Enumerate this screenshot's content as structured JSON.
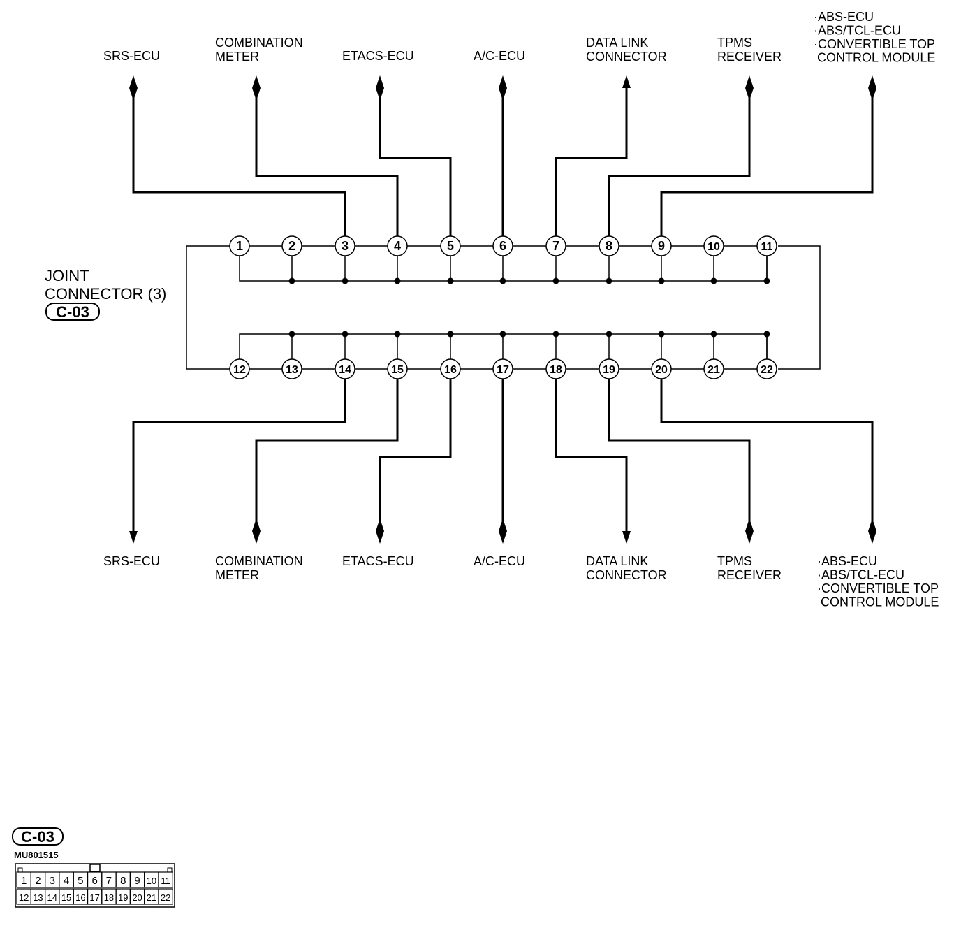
{
  "joint_connector": {
    "label_line1": "JOINT",
    "label_line2": "CONNECTOR (3)",
    "code": "C-03"
  },
  "pins_top": [
    "1",
    "2",
    "3",
    "4",
    "5",
    "6",
    "7",
    "8",
    "9",
    "10",
    "11"
  ],
  "pins_bottom": [
    "12",
    "13",
    "14",
    "15",
    "16",
    "17",
    "18",
    "19",
    "20",
    "21",
    "22"
  ],
  "top_destinations": [
    {
      "lines": [
        "SRS-ECU"
      ],
      "pin": "3"
    },
    {
      "lines": [
        "COMBINATION",
        "METER"
      ],
      "pin": "4"
    },
    {
      "lines": [
        "ETACS-ECU"
      ],
      "pin": "5"
    },
    {
      "lines": [
        "A/C-ECU"
      ],
      "pin": "6"
    },
    {
      "lines": [
        "DATA LINK",
        "CONNECTOR"
      ],
      "pin": "7"
    },
    {
      "lines": [
        "TPMS",
        "RECEIVER"
      ],
      "pin": "8"
    },
    {
      "lines": [
        "·ABS-ECU",
        "·ABS/TCL-ECU",
        "·CONVERTIBLE TOP",
        " CONTROL MODULE"
      ],
      "pin": "9"
    }
  ],
  "bottom_destinations": [
    {
      "lines": [
        "SRS-ECU"
      ],
      "pin": "14"
    },
    {
      "lines": [
        "COMBINATION",
        "METER"
      ],
      "pin": "15"
    },
    {
      "lines": [
        "ETACS-ECU"
      ],
      "pin": "16"
    },
    {
      "lines": [
        "A/C-ECU"
      ],
      "pin": "17"
    },
    {
      "lines": [
        "DATA LINK",
        "CONNECTOR"
      ],
      "pin": "18"
    },
    {
      "lines": [
        "TPMS",
        "RECEIVER"
      ],
      "pin": "19"
    },
    {
      "lines": [
        "·ABS-ECU",
        "·ABS/TCL-ECU",
        "·CONVERTIBLE TOP",
        " CONTROL MODULE"
      ],
      "pin": "20"
    }
  ],
  "connector_view": {
    "code": "C-03",
    "part_number": "MU801515",
    "row1": [
      "1",
      "2",
      "3",
      "4",
      "5",
      "6",
      "7",
      "8",
      "9",
      "10",
      "11"
    ],
    "row2": [
      "12",
      "13",
      "14",
      "15",
      "16",
      "17",
      "18",
      "19",
      "20",
      "21",
      "22"
    ]
  }
}
